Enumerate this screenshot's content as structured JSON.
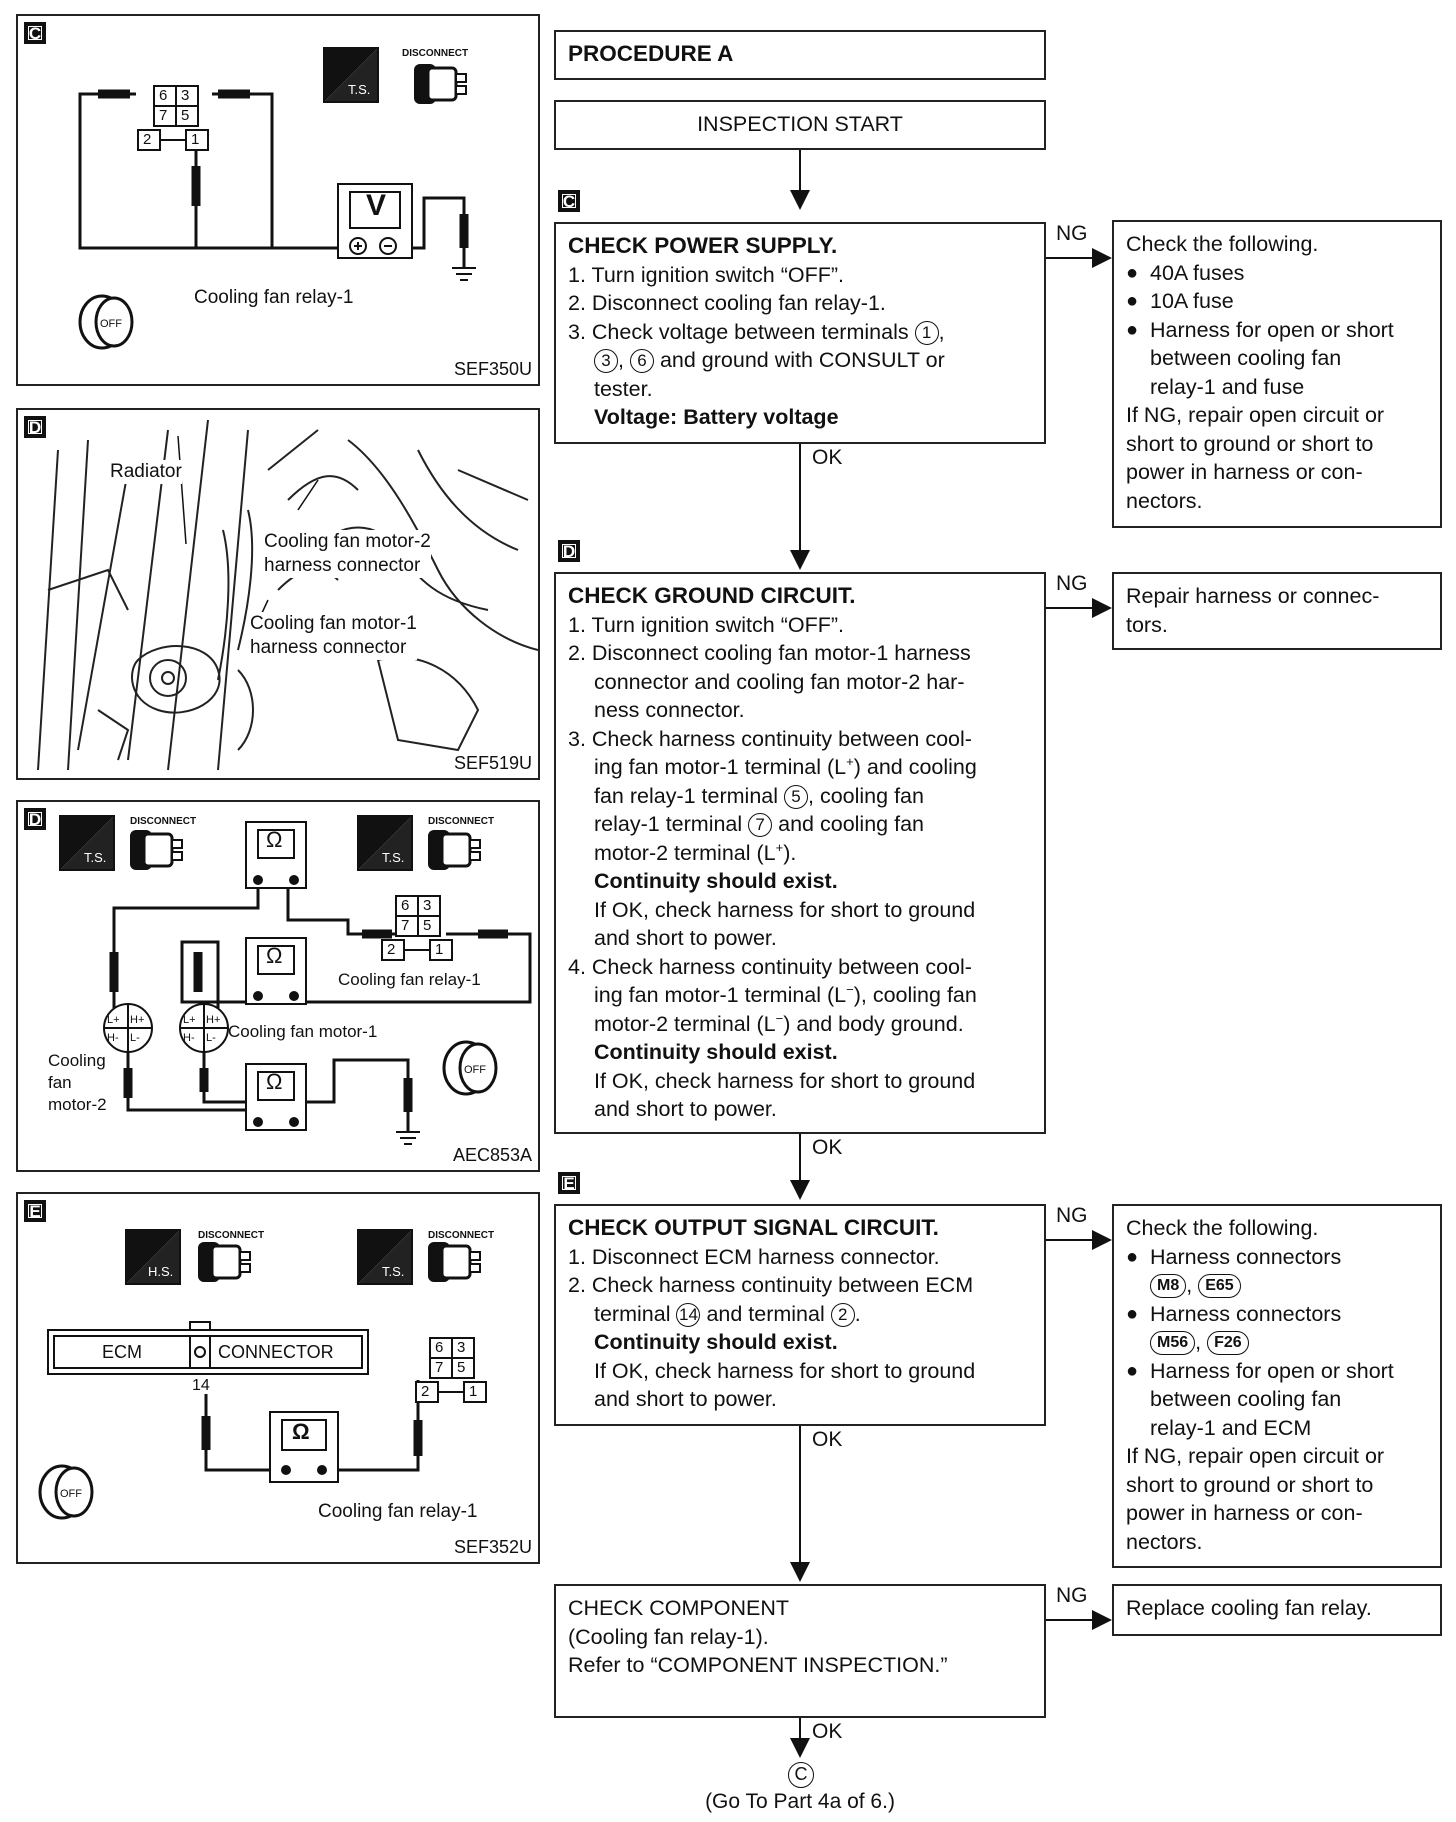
{
  "flow": {
    "procedure": "PROCEDURE A",
    "start": "INSPECTION START",
    "step_c": {
      "tag": "C",
      "title": "CHECK POWER SUPPLY.",
      "s1": "1. Turn ignition switch “OFF”.",
      "s2": "2. Disconnect cooling fan relay-1.",
      "s3a": "3. Check voltage between terminals",
      "t1": "1",
      "t3": "3",
      "t6": "6",
      "s3b": "and ground with CONSULT or",
      "s3c": "tester.",
      "voltage": "Voltage: Battery voltage",
      "ng": "NG",
      "ok": "OK",
      "ng_head": "Check the following.",
      "ng_b1": "40A fuses",
      "ng_b2": "10A fuse",
      "ng_b3a": "Harness for open or short",
      "ng_b3b": "between cooling fan",
      "ng_b3c": "relay-1 and fuse",
      "ng_t1": "If NG, repair open circuit or",
      "ng_t2": "short to ground or short to",
      "ng_t3": "power in harness or con-",
      "ng_t4": "nectors."
    },
    "step_d": {
      "tag": "D",
      "title": "CHECK GROUND CIRCUIT.",
      "s1": "1. Turn ignition switch “OFF”.",
      "s2a": "2. Disconnect cooling fan motor-1 harness",
      "s2b": "connector and cooling fan motor-2 har-",
      "s2c": "ness connector.",
      "s3a": "3. Check harness continuity between cool-",
      "s3b1": "ing fan motor-1 terminal (L",
      "s3b2": ") and cooling",
      "s3c1": "fan relay-1 terminal",
      "t5": "5",
      "s3c2": ", cooling fan",
      "s3d1": "relay-1 terminal",
      "t7": "7",
      "s3d2": "and cooling fan",
      "s3e1": "motor-2 terminal (L",
      "s3e2": ").",
      "plus": "+",
      "minus": "−",
      "cont1": "Continuity should exist.",
      "ok1a": "If OK, check harness for short to ground",
      "ok1b": "and short to power.",
      "s4a": "4. Check harness continuity between cool-",
      "s4b1": "ing fan motor-1 terminal (L",
      "s4b2": "), cooling fan",
      "s4c1": "motor-2 terminal (L",
      "s4c2": ") and body ground.",
      "cont2": "Continuity should exist.",
      "ok2a": "If OK, check harness for short to ground",
      "ok2b": "and short to power.",
      "ng": "NG",
      "ok": "OK",
      "ng_t1": "Repair harness or connec-",
      "ng_t2": "tors."
    },
    "step_e": {
      "tag": "E",
      "title": "CHECK OUTPUT SIGNAL CIRCUIT.",
      "s1": "1. Disconnect ECM harness connector.",
      "s2a": "2. Check harness continuity between ECM",
      "s2b1": "terminal",
      "t14": "14",
      "s2b2": "and terminal",
      "t2": "2",
      "s2b3": ".",
      "cont": "Continuity should exist.",
      "oka": "If OK, check harness for short to ground",
      "okb": "and short to power.",
      "ng": "NG",
      "ok": "OK",
      "ng_head": "Check the following.",
      "ng_b1": "Harness connectors",
      "m8": "M8",
      "e65": "E65",
      "ng_b2": "Harness connectors",
      "m56": "M56",
      "f26": "F26",
      "ng_b3a": "Harness for open or short",
      "ng_b3b": "between cooling fan",
      "ng_b3c": "relay-1 and ECM",
      "ng_t1": "If NG, repair open circuit or",
      "ng_t2": "short to ground or short to",
      "ng_t3": "power in harness or con-",
      "ng_t4": "nectors."
    },
    "component": {
      "l1": "CHECK COMPONENT",
      "l2": "(Cooling fan relay-1).",
      "l3": "Refer to “COMPONENT INSPECTION.”",
      "ng": "NG",
      "ok": "OK",
      "ng_t": "Replace cooling fan relay."
    },
    "end": {
      "symbol": "C",
      "text": "(Go To Part 4a of 6.)"
    }
  },
  "panels": {
    "p1": {
      "tag": "C",
      "code": "SEF350U",
      "label": "Cooling fan relay-1",
      "meter": "V",
      "ts": "T.S.",
      "disc": "DISCONNECT",
      "off": "OFF",
      "r6": "6",
      "r3": "3",
      "r7": "7",
      "r5": "5",
      "r2": "2",
      "r1": "1"
    },
    "p2": {
      "tag": "D",
      "code": "SEF519U",
      "radiator": "Radiator",
      "m2a": "Cooling fan motor-2",
      "m2b": "harness connector",
      "m1a": "Cooling fan motor-1",
      "m1b": "harness connector"
    },
    "p3": {
      "tag": "D",
      "code": "AEC853A",
      "relay": "Cooling fan relay-1",
      "motor1": "Cooling fan motor-1",
      "motor2a": "Cooling",
      "motor2b": "fan",
      "motor2c": "motor-2",
      "ohm": "Ω",
      "ts": "T.S.",
      "disc": "DISCONNECT",
      "off": "OFF",
      "r6": "6",
      "r3": "3",
      "r7": "7",
      "r5": "5",
      "r2": "2",
      "r1": "1",
      "lp": "L+",
      "hp": "H+",
      "hm": "H-",
      "lm": "L-"
    },
    "p4": {
      "tag": "E",
      "code": "SEF352U",
      "ecm": "ECM",
      "conn": "CONNECTOR",
      "pin": "14",
      "relay": "Cooling fan relay-1",
      "ohm": "Ω",
      "hs": "H.S.",
      "ts": "T.S.",
      "disc": "DISCONNECT",
      "off": "OFF",
      "r6": "6",
      "r3": "3",
      "r7": "7",
      "r5": "5",
      "r2": "2",
      "r1": "1"
    }
  }
}
